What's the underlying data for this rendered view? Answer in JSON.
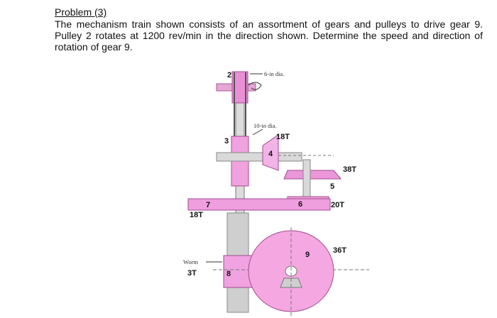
{
  "problem": {
    "heading": "Problem (3)",
    "statement": "The mechanism train shown consists of an assortment of gears and pulleys to drive gear 9. Pulley 2 rotates at 1200 rev/min in the direction shown. Determine the speed and direction of rotation of gear 9."
  },
  "figure": {
    "labels": {
      "pulley2": "2",
      "pulley2_dia": "6-in dia.",
      "pulley3_dia": "10-in dia.",
      "pulley3": "3",
      "gear4_teeth": "18T",
      "gear4": "4",
      "gear5_teeth": "38T",
      "gear5": "5",
      "gear6": "6",
      "gear6_teeth": "20T",
      "gear7": "7",
      "gear7_teeth": "18T",
      "worm": "Worm",
      "worm_teeth": "3T",
      "worm8": "8",
      "gear9": "9",
      "gear9_teeth": "36T"
    }
  }
}
